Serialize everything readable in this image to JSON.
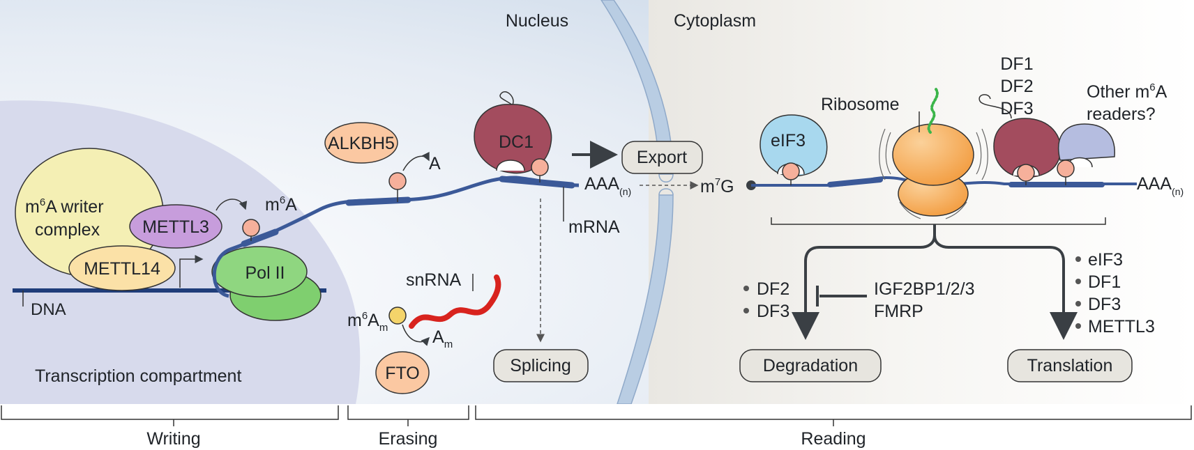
{
  "regions": {
    "nucleus": "Nucleus",
    "cytoplasm": "Cytoplasm",
    "transcription_compartment": "Transcription compartment"
  },
  "stages": {
    "writing": "Writing",
    "erasing": "Erasing",
    "reading": "Reading"
  },
  "writing": {
    "writer_line1_base": "m",
    "writer_line1_sup": "6",
    "writer_line1_rest": "A writer",
    "writer_line2": "complex",
    "mettl3": "METTL3",
    "mettl14": "METTL14",
    "pol2": "Pol II",
    "dna": "DNA",
    "m6a_base": "m",
    "m6a_sup": "6",
    "m6a_rest": "A"
  },
  "erasing": {
    "alkbh5": "ALKBH5",
    "a_label": "A",
    "snrna": "snRNA",
    "m6am_base": "m",
    "m6am_sup": "6",
    "m6am_rest": "A",
    "m6am_sub": "m",
    "am_base": "A",
    "am_sub": "m",
    "fto": "FTO"
  },
  "nucleus_reading": {
    "dc1": "DC1",
    "export": "Export",
    "splicing": "Splicing",
    "aaa_base": "AAA",
    "aaa_sub": "(n)",
    "mrna": "mRNA",
    "m7g_base": "m",
    "m7g_sup": "7",
    "m7g_rest": "G"
  },
  "cytoplasm_reading": {
    "eif3": "eIF3",
    "ribosome": "Ribosome",
    "df_list": [
      "DF1",
      "DF2",
      "DF3"
    ],
    "other_line1_base": "Other m",
    "other_line1_sup": "6",
    "other_line1_rest": "A",
    "other_line2": "readers?",
    "aaa_base": "AAA",
    "aaa_sub": "(n)",
    "degradation_factors": [
      "DF2",
      "DF3"
    ],
    "inhibitors": [
      "IGF2BP1/2/3",
      "FMRP"
    ],
    "translation_factors": [
      "eIF3",
      "DF1",
      "DF3",
      "METTL3"
    ],
    "degradation": "Degradation",
    "translation": "Translation"
  },
  "colors": {
    "mrna": "#3b5998",
    "snrna": "#d8231e",
    "m6a_site": "#f6b09b",
    "writer_complex": "#f4efb4",
    "mettl3": "#c79ddc",
    "mettl14": "#fbe1a7",
    "pol2": "#8fd680",
    "alkbh5": "#fbc8a2",
    "dc1": "#a34c5e",
    "df_reader": "#a34c5e",
    "eif3": "#a8d8ee",
    "ribosome": "#f6a34c",
    "other_readers": "#b5bde0",
    "process_box": "#e7e5df"
  }
}
